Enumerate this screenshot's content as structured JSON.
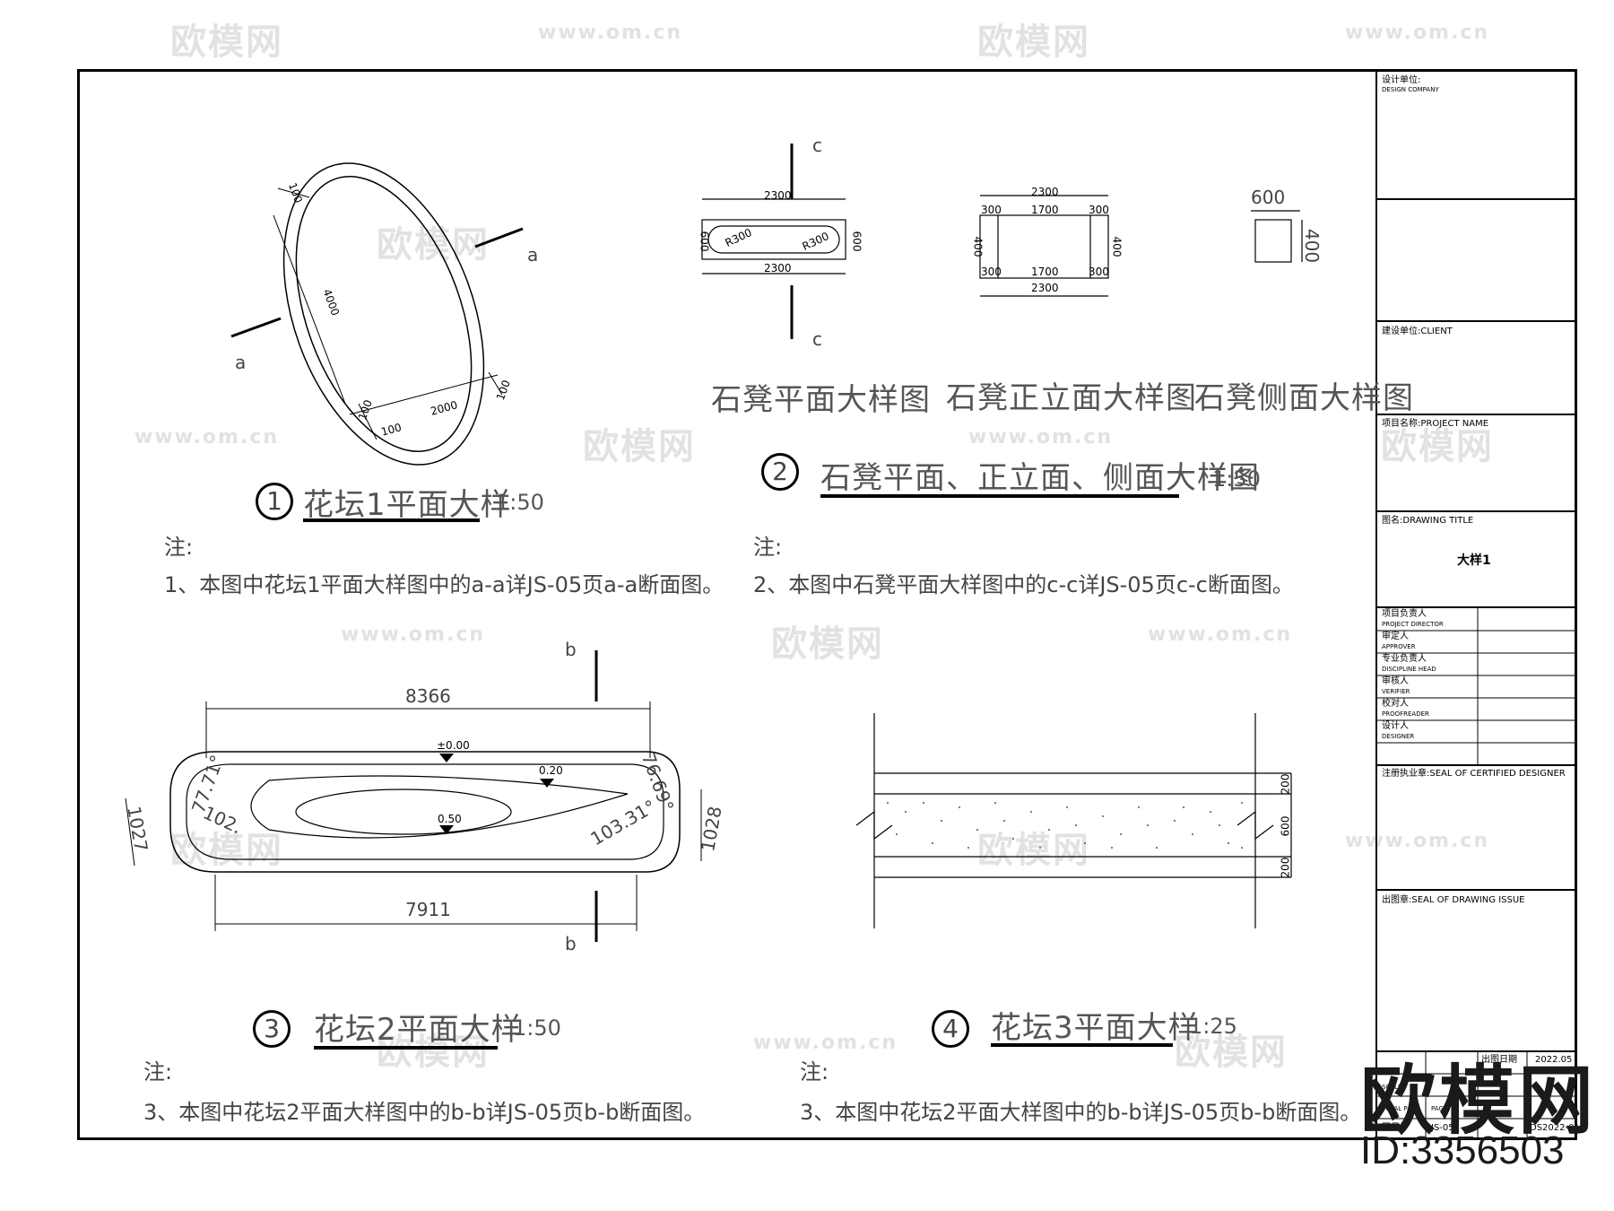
{
  "watermark": {
    "logo_text": "欧模网",
    "url_text": "www.om.cn",
    "bottom_brand": "欧模网",
    "bottom_id": "ID:3356503"
  },
  "detail1": {
    "number": "1",
    "title": "花坛1平面大样",
    "scale": "1:50",
    "section_mark": "a",
    "dims": {
      "border_top": "100",
      "length": "4000",
      "width": "2000",
      "border_side_a": "100",
      "border_side_b": "100",
      "border_side_c": "100"
    },
    "note_label": "注:",
    "note_text": "1、本图中花坛1平面大样图中的a-a详JS-05页a-a断面图。"
  },
  "detail2": {
    "number": "2",
    "title": "石凳平面、正立面、侧面大样图",
    "scale": "1:50",
    "section_mark": "c",
    "plan_label": "石凳平面大样图",
    "front_label": "石凳正立面大样图",
    "side_label": "石凳侧面大样图",
    "plan_dims": {
      "top": "2300",
      "bottom": "2300",
      "left": "600",
      "right": "600",
      "r1": "R300",
      "r2": "R300"
    },
    "front_dims": {
      "top": "2300",
      "inner_top": "1700",
      "seg_top_l": "300",
      "seg_top_r": "300",
      "left": "400",
      "right": "400",
      "seg_bot_l": "300",
      "inner_bot": "1700",
      "seg_bot_r": "300",
      "bottom": "2300"
    },
    "side_dims": {
      "width": "600",
      "height": "400"
    },
    "note_label": "注:",
    "note_text": "2、本图中石凳平面大样图中的c-c详JS-05页c-c断面图。"
  },
  "detail3": {
    "number": "3",
    "title": "花坛2平面大样",
    "scale": "1:50",
    "section_mark": "b",
    "dims": {
      "overall_top": "8366",
      "overall_bottom": "7911",
      "height_right": "1028",
      "height_left": "1027",
      "angle_left": "77.71°",
      "angle_right": "76.69°",
      "angle_left_low": "102.",
      "angle_right_low": "103.31°",
      "elev_0": "±0.00",
      "elev_020": "0.20",
      "elev_050": "0.50"
    },
    "note_label": "注:",
    "note_text": "3、本图中花坛2平面大样图中的b-b详JS-05页b-b断面图。"
  },
  "detail4": {
    "number": "4",
    "title": "花坛3平面大样",
    "scale": "1:25",
    "dims": {
      "top": "200",
      "middle": "600",
      "bottom": "200"
    },
    "note_label": "注:",
    "note_text": "3、本图中花坛2平面大样图中的b-b详JS-05页b-b断面图。"
  },
  "title_block": {
    "design_company": "设计单位:",
    "design_company_en": "DESIGN COMPANY",
    "client": "建设单位:CLIENT",
    "project_name": "项目名称:PROJECT NAME",
    "drawing_title_label": "图名:DRAWING TITLE",
    "drawing_title": "大样1",
    "roles": [
      {
        "cn": "项目负责人",
        "en": "PROJECT DIRECTOR"
      },
      {
        "cn": "审定人",
        "en": "APPROVER"
      },
      {
        "cn": "专业负责人",
        "en": "DISCIPLINE HEAD"
      },
      {
        "cn": "审核人",
        "en": "VERIFIER"
      },
      {
        "cn": "校对人",
        "en": "PROOFREADER"
      },
      {
        "cn": "设计人",
        "en": "DESIGNER"
      }
    ],
    "seal_designer": "注册执业章:SEAL OF CERTIFIED DESIGNER",
    "seal_issue": "出图章:SEAL OF DRAWING ISSUE",
    "footer": {
      "date_label": "出图日期",
      "date_value": "2022.05",
      "scale_label": "SCALE",
      "total_label": "TOTAL PAGE",
      "page_label": "PAGE",
      "drawing_no_label": "图号",
      "drawing_no_value": "JS-05",
      "version_value": "DS2022-017"
    }
  }
}
